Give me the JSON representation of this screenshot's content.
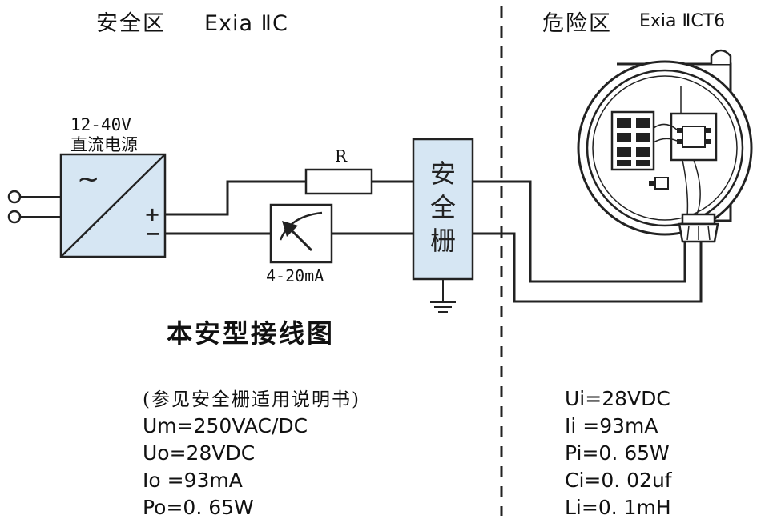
{
  "safe_zone": {
    "title": "安全区",
    "rating": "Exia ⅡC"
  },
  "hazard_zone": {
    "title": "危险区",
    "rating": "Exia ⅡCT6"
  },
  "power_supply": {
    "voltage": "12-40V",
    "name": "直流电源",
    "ac_symbol": "~",
    "plus": "+",
    "minus": "−"
  },
  "resistor": {
    "label": "R"
  },
  "meter": {
    "label": "4-20mA"
  },
  "barrier": {
    "line1": "安",
    "line2": "全",
    "line3": "栅"
  },
  "diagram_title": "本安型接线图",
  "safe_specs": {
    "note": "(参见安全栅适用说明书)",
    "lines": [
      "Um=250VAC/DC",
      "Uo=28VDC",
      "Io =93mA",
      "Po=0. 65W"
    ]
  },
  "hazard_specs": {
    "lines": [
      "Ui=28VDC",
      "Ii =93mA",
      "Pi=0. 65W",
      "Ci=0. 02uf",
      "Li=0. 1mH"
    ]
  },
  "colors": {
    "box_fill": "#d6e6f3",
    "line": "#222222",
    "background": "#ffffff"
  }
}
